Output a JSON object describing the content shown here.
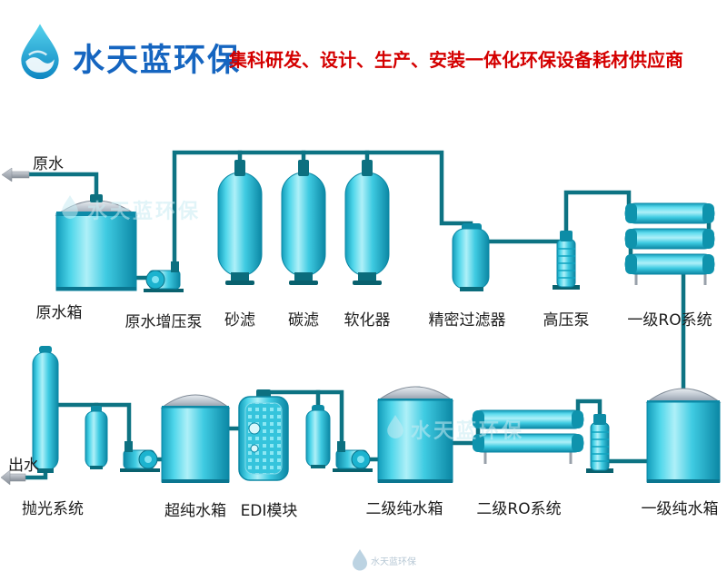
{
  "header": {
    "brand": "水天蓝环保",
    "tagline": "集科研发、设计、生产、安装一体化环保设备耗材供应商"
  },
  "watermark": {
    "text": "水天蓝环保"
  },
  "footer_mark": {
    "text": "水天蓝环保"
  },
  "colors": {
    "brand_blue": "#1565c0",
    "tagline_red": "#d40000",
    "equipment_cyan": "#3fcbe2",
    "pipe_teal": "#0d7383",
    "dome_gray": "#9aa4b0"
  },
  "diagram": {
    "labels": {
      "raw_water": "原水",
      "raw_water_tank": "原水箱",
      "booster_pump": "原水增压泵",
      "sand_filter": "砂滤",
      "carbon_filter": "碳滤",
      "softener": "软化器",
      "precision_filter": "精密过滤器",
      "high_pressure_pump": "高压泵",
      "ro_system_1": "一级RO系统",
      "outlet": "出水",
      "polishing_system": "抛光系统",
      "ultrapure_tank": "超纯水箱",
      "edi_module": "EDI模块",
      "pure_tank_2": "二级纯水箱",
      "ro_system_2": "二级RO系统",
      "pure_tank_1": "一级纯水箱"
    }
  }
}
